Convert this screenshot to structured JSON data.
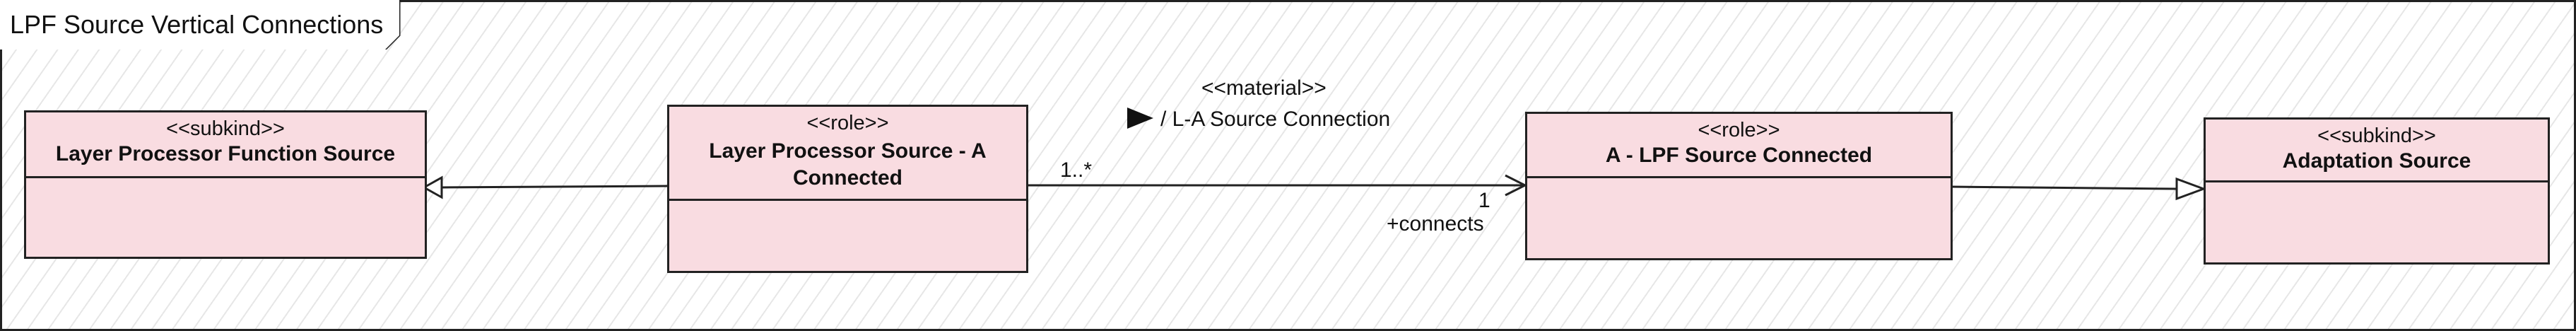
{
  "diagram": {
    "title": "LPF Source Vertical Connections"
  },
  "classes": [
    {
      "id": "layer-processor-function-source",
      "stereotype": "<<subkind>>",
      "name": "Layer Processor Function Source"
    },
    {
      "id": "layer-processor-source-a-connected",
      "stereotype": "<<role>>",
      "name_line1": "Layer Processor Source - A",
      "name_line2": "Connected"
    },
    {
      "id": "a-lpf-source-connected",
      "stereotype": "<<role>>",
      "name": "A - LPF Source Connected"
    },
    {
      "id": "adaptation-source",
      "stereotype": "<<subkind>>",
      "name": "Adaptation Source"
    }
  ],
  "association": {
    "stereotype": "<<material>>",
    "name": "/ L-A Source Connection",
    "source_multiplicity": "1..*",
    "target_multiplicity": "1",
    "target_role": "+connects"
  },
  "colors": {
    "class_fill": "#f9dce1",
    "border": "#222222"
  }
}
